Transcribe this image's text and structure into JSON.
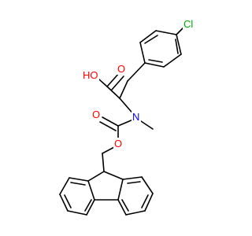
{
  "molecule": {
    "atoms": {
      "chlorine": {
        "label": "Cl",
        "color": "#00aa00"
      },
      "hydroxyl_oxygen": {
        "label": "HO",
        "color": "#ff0000"
      },
      "carbonyl_oxygen_acid": {
        "label": "O",
        "color": "#ff0000"
      },
      "carbonyl_oxygen_carbamate": {
        "label": "O",
        "color": "#ff0000"
      },
      "ester_oxygen": {
        "label": "O",
        "color": "#ff0000"
      },
      "nitrogen": {
        "label": "N",
        "color": "#0000ff"
      }
    },
    "bond_color": "#000000",
    "background": "#ffffff"
  }
}
